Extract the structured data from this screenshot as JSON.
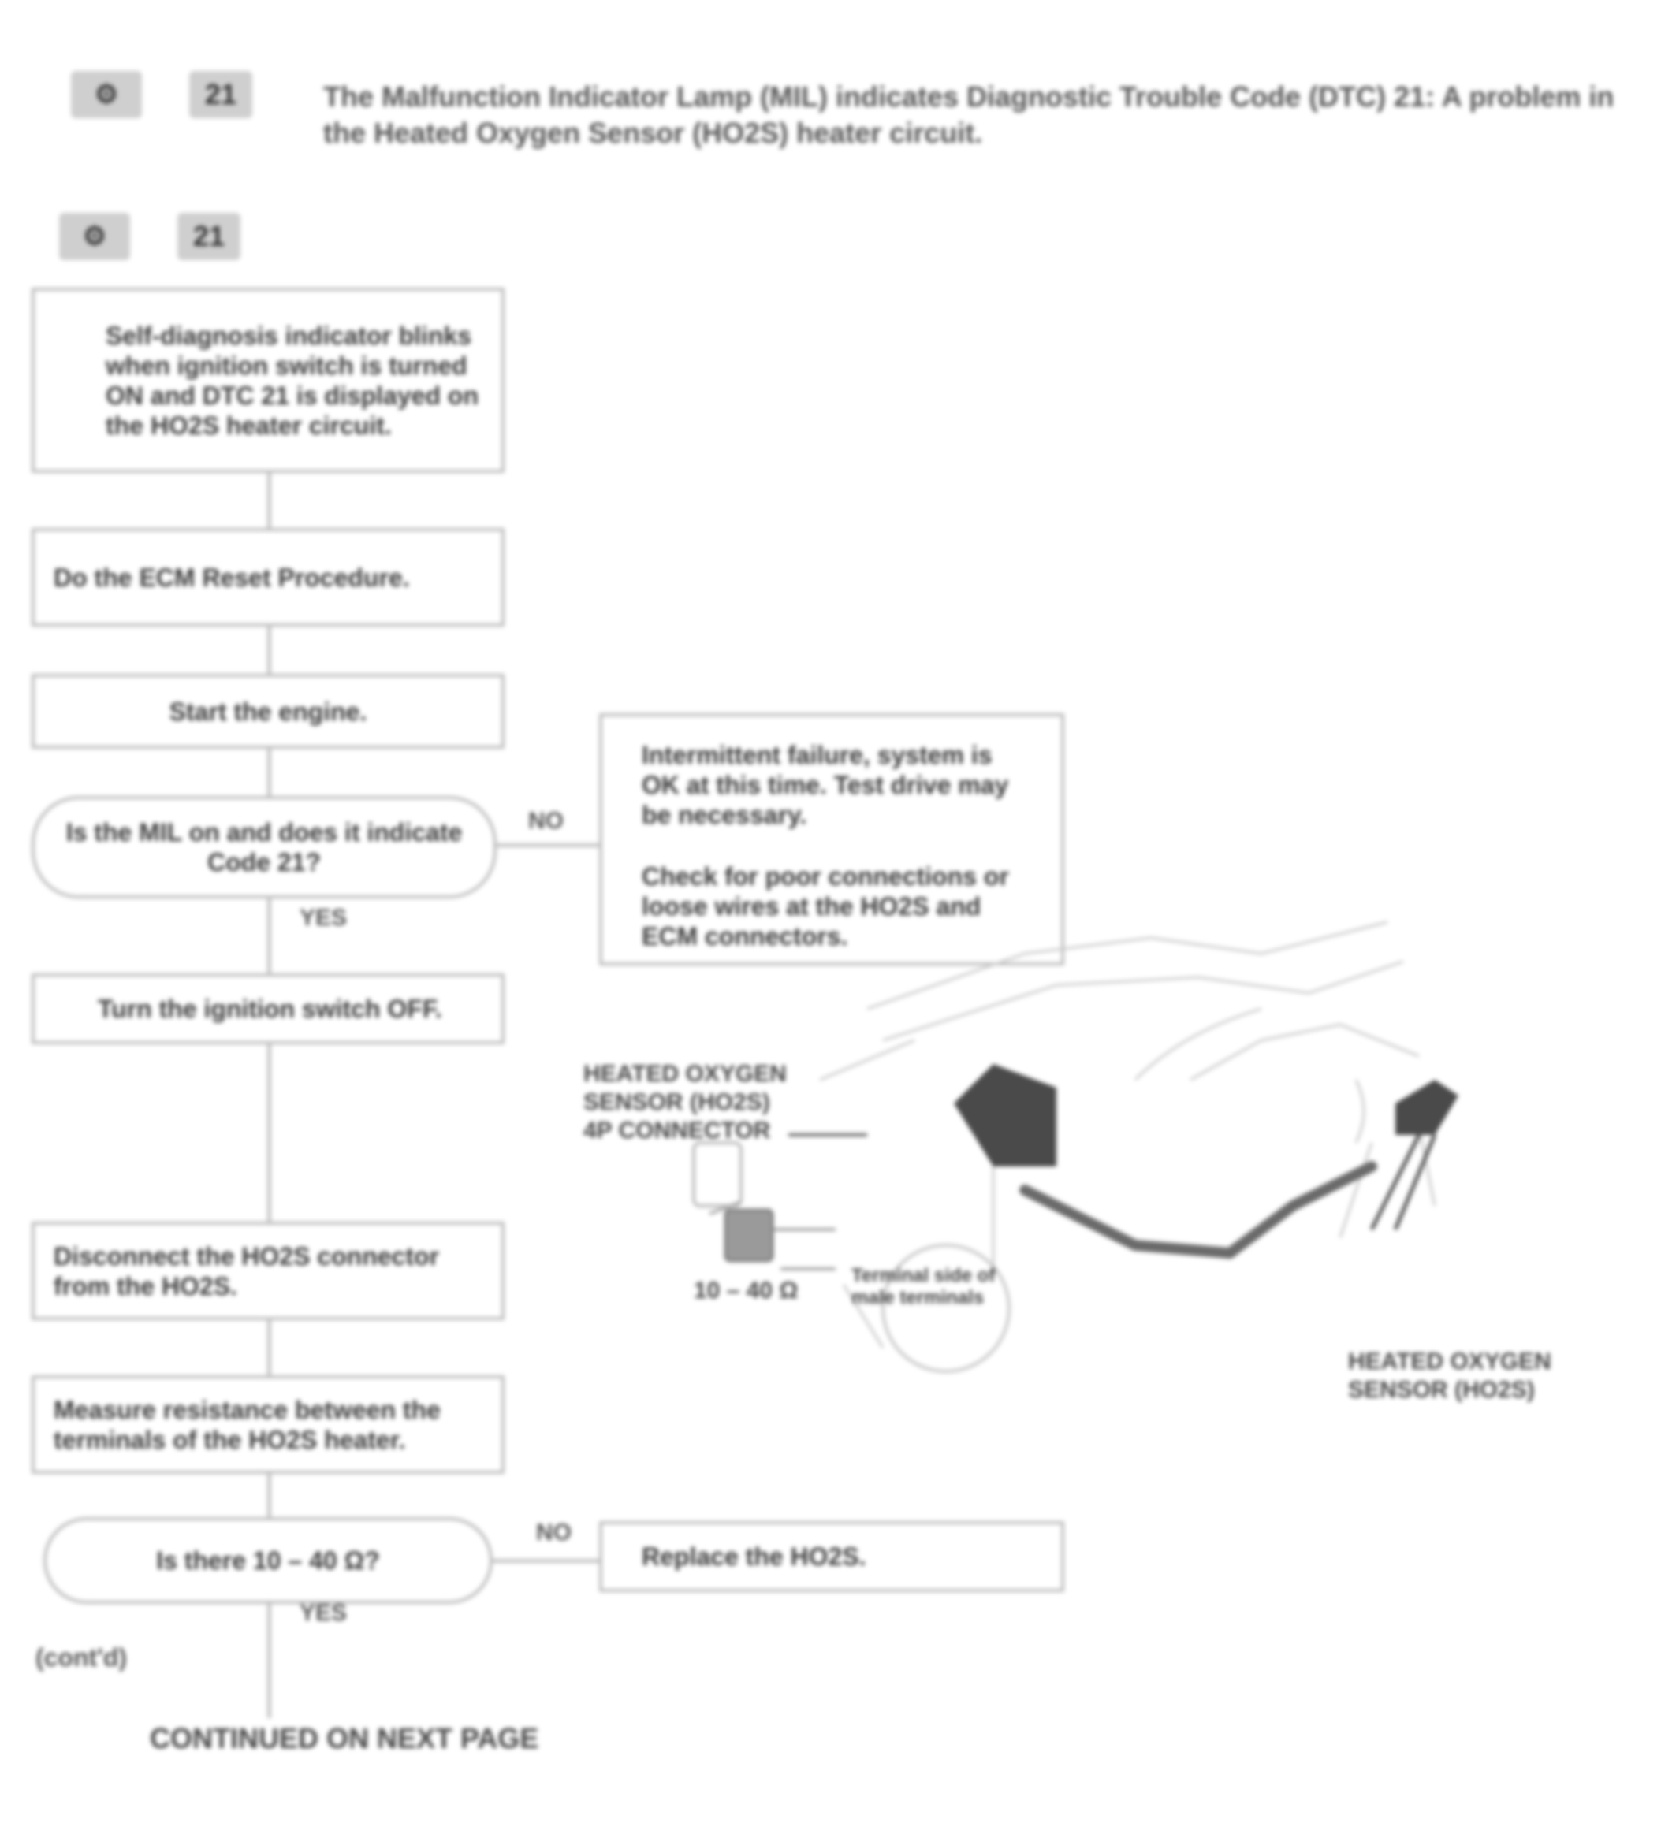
{
  "header": {
    "engine_icon": "engine-icon",
    "code_badge": "21",
    "description": "The Malfunction Indicator Lamp (MIL) indicates Diagnostic Trouble Code (DTC) 21: A problem in the Heated Oxygen Sensor (HO2S) heater circuit."
  },
  "subheader": {
    "engine_icon": "engine-icon",
    "code_badge": "21"
  },
  "flow": {
    "step1": "Self-diagnosis indicator blinks when ignition switch is turned ON and DTC 21 is displayed on the HO2S heater circuit.",
    "step2": "Do the ECM Reset Procedure.",
    "step3": "Start the engine.",
    "step4": "Is the MIL on and does it indicate Code 21?",
    "step4_no": "NO",
    "step4_yes": "YES",
    "step4_no_result_a": "Intermittent failure, system is OK at this time. Test drive may be necessary.",
    "step4_no_result_b": "Check for poor connections or loose wires at the HO2S and ECM connectors.",
    "step5": "Turn the ignition switch OFF.",
    "step6": "Disconnect the HO2S connector from the HO2S.",
    "step7": "Measure resistance between the terminals of the HO2S heater.",
    "step8": "Is there 10 – 40 Ω?",
    "step8_no": "NO",
    "step8_yes": "YES",
    "step8_no_result": "Replace the HO2S.",
    "continue_note": "(cont'd)",
    "continue_label": "CONTINUED ON NEXT PAGE"
  },
  "diagram": {
    "callout_connector": "HEATED OXYGEN SENSOR (HO2S) 4P CONNECTOR",
    "callout_terminal": "10 – 40 Ω",
    "callout_view": "Terminal side of male terminals",
    "callout_sensor": "HEATED OXYGEN SENSOR (HO2S)"
  }
}
